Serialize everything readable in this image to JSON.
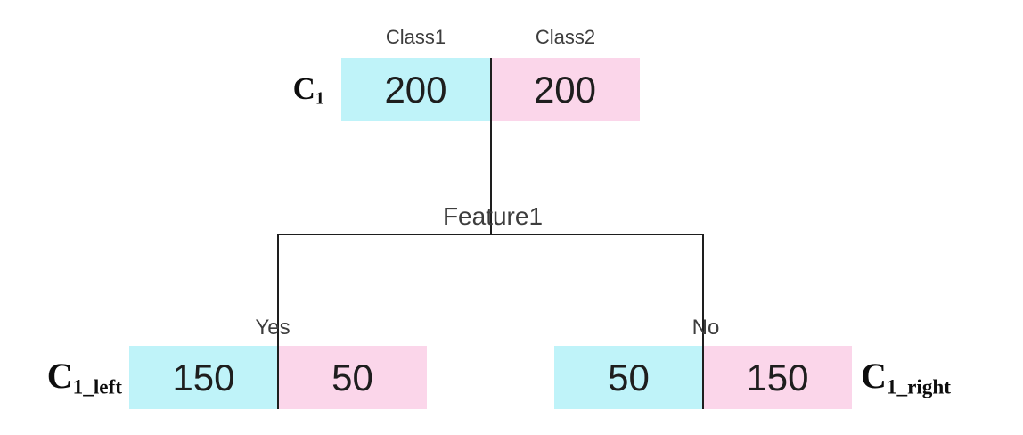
{
  "diagram": {
    "title": "decision-tree-split",
    "legend": {
      "class1": "Class1",
      "class2": "Class2"
    },
    "split_label": "Feature1",
    "branches": {
      "left": "Yes",
      "right": "No"
    },
    "colors": {
      "class1_fill": "#BFF3F9",
      "class2_fill": "#FBD6EA",
      "line": "#1e1e1e"
    },
    "nodes": {
      "root": {
        "name": "C",
        "sub": "1",
        "class1_count": "200",
        "class2_count": "200"
      },
      "left": {
        "name": "C",
        "sub": "1_left",
        "class1_count": "150",
        "class2_count": "50"
      },
      "right": {
        "name": "C",
        "sub": "1_right",
        "class1_count": "50",
        "class2_count": "150"
      }
    }
  }
}
